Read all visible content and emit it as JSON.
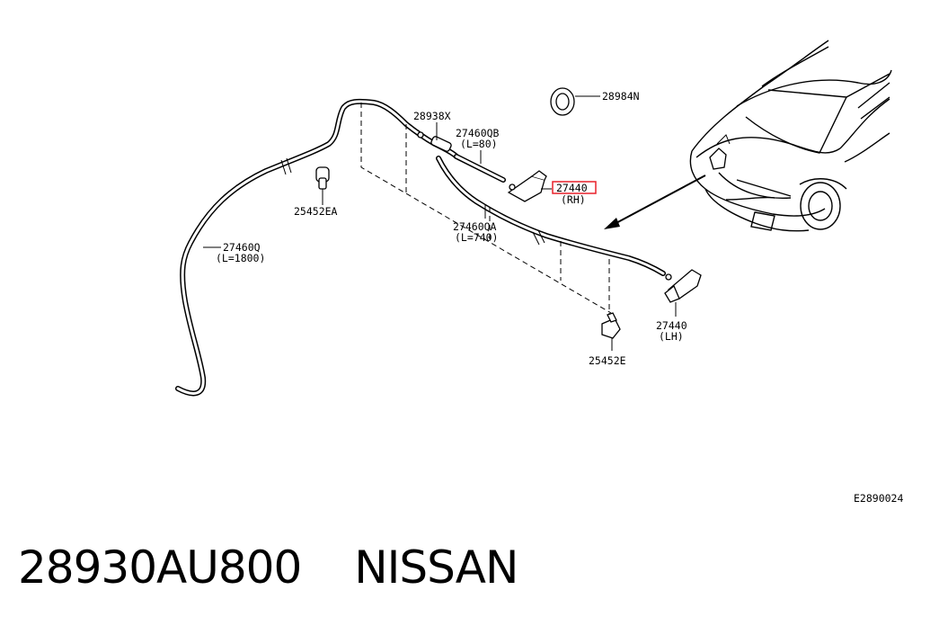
{
  "diagram": {
    "reference_code": "E2890024",
    "highlight_color": "#e8202a",
    "labels": {
      "grommet": "28984N",
      "tee_joint": "28938X",
      "hose_short": "27460QB",
      "hose_short_len": "(L=80)",
      "nozzle_rh": "27440",
      "nozzle_rh_side": "(RH)",
      "clip_left": "25452EA",
      "hose_long": "27460Q",
      "hose_long_len": "(L=1800)",
      "hose_mid": "27460QA",
      "hose_mid_len": "(L=740)",
      "nozzle_lh": "27440",
      "nozzle_lh_side": "(LH)",
      "clip_bottom": "25452E"
    }
  },
  "footer": {
    "part_number": "28930AU800",
    "brand": "NISSAN"
  }
}
